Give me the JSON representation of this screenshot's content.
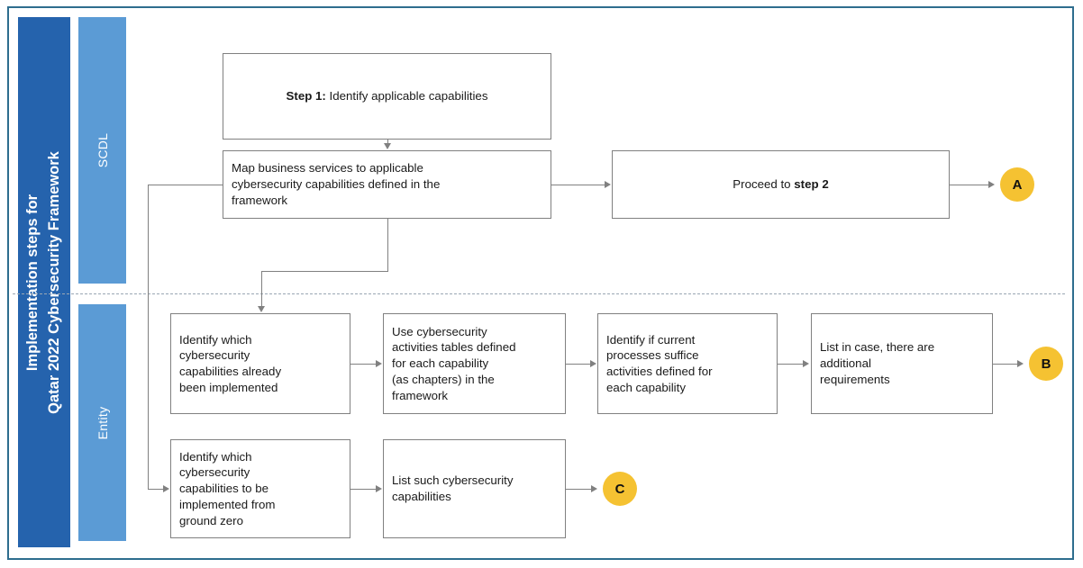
{
  "frame": {
    "border_color": "#2e6d8e"
  },
  "title": {
    "line1": "Implementation steps for",
    "line2": "Qatar 2022 Cybersecurity Framework",
    "background": "#2563ad",
    "text_color": "#ffffff"
  },
  "lanes": [
    {
      "id": "scdl",
      "label": "SCDL",
      "background": "#5b9bd5"
    },
    {
      "id": "entity",
      "label": "Entity",
      "background": "#5b9bd5"
    }
  ],
  "nodes": {
    "step1": {
      "prefix": "Step 1:",
      "text": " Identify applicable capabilities"
    },
    "map_services": {
      "text": "Map business services to applicable\ncybersecurity capabilities defined in the\nframework"
    },
    "proceed": {
      "prefix": "Proceed to ",
      "bold": "step 2"
    },
    "identify_implemented": {
      "text": "Identify which\ncybersecurity\ncapabilities already\nbeen implemented"
    },
    "use_tables": {
      "text": "Use cybersecurity\nactivities tables defined\nfor each capability\n(as chapters) in the\nframework"
    },
    "identify_suffice": {
      "text": "Identify if current\nprocesses suffice\nactivities defined for\neach capability"
    },
    "list_additional": {
      "text": "List in case, there are\nadditional\nrequirements"
    },
    "identify_ground_zero": {
      "text": "Identify which\ncybersecurity\ncapabilities to be\nimplemented from\nground zero"
    },
    "list_such": {
      "text": "List such cybersecurity\ncapabilities"
    }
  },
  "connectors": {
    "a": {
      "label": "A",
      "color": "#f5c232"
    },
    "b": {
      "label": "B",
      "color": "#f5c232"
    },
    "c": {
      "label": "C",
      "color": "#f5c232"
    }
  },
  "line_color": "#808080"
}
